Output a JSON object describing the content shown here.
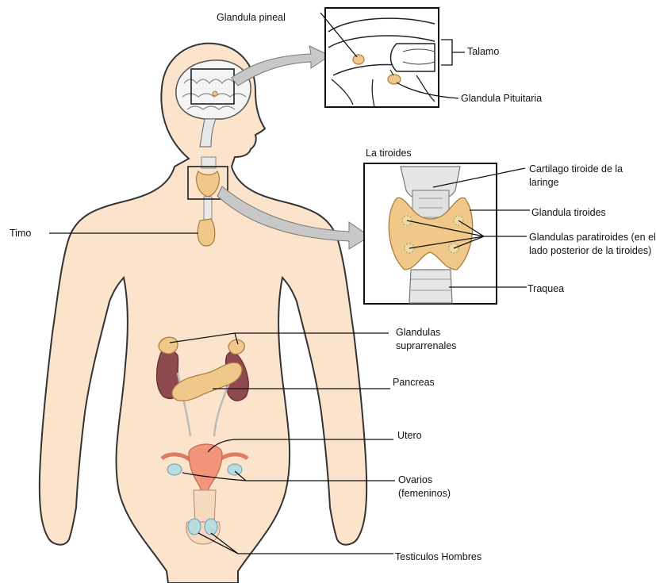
{
  "colors": {
    "skin": "#fbe3cc",
    "skin_outline": "#333333",
    "gland": "#f0c98a",
    "gland_outline": "#a77c3c",
    "kidney": "#8e4a4e",
    "uterus": "#f2957a",
    "testis": "#b9dbe2",
    "arrow": "#c8c8c8",
    "leader_line": "#111111"
  },
  "labels": {
    "pineal": "Glandula pineal",
    "thalamus": "Talamo",
    "pituitary": "Glandula Pituitaria",
    "thyroid_title": "La tiroides",
    "thyroid_cartilage": "Cartilago tiroide de la laringe",
    "thyroid_gland": "Glandula tiroides",
    "parathyroid": "Glandulas paratiroides (en el lado posterior de la tiroides)",
    "trachea": "Traquea",
    "thymus": "Timo",
    "adrenal": "Glandulas suprarrenales",
    "pancreas": "Pancreas",
    "uterus": "Utero",
    "ovaries": "Ovarios (femeninos)",
    "testes": "Testiculos Hombres"
  },
  "icons": {
    "brain_inset": "brain-sagittal-icon",
    "thyroid_inset": "thyroid-gland-icon"
  }
}
